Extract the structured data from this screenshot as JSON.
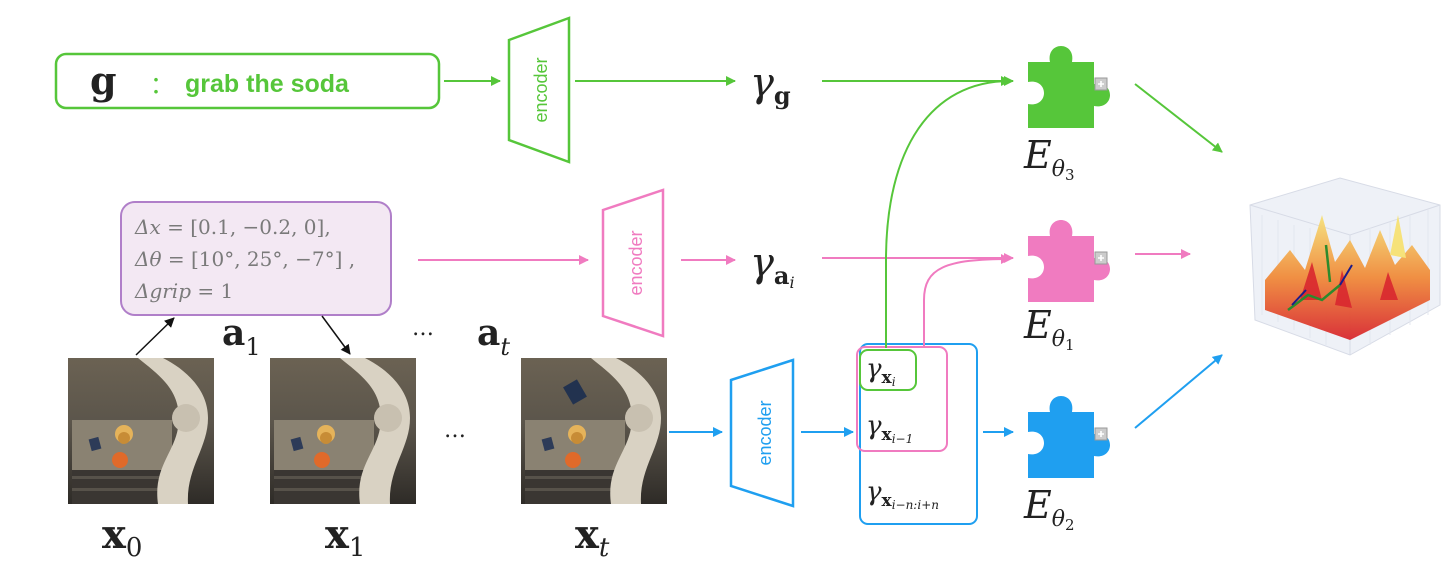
{
  "colors": {
    "green": "#56c63a",
    "pink": "#f07bc0",
    "blue": "#1f9ff0",
    "action_fill": "#f3e8f3",
    "action_stroke": "#b07fc9",
    "action_text": "#7a7a7a"
  },
  "goal": {
    "symbol": "g",
    "separator": "：",
    "text": "grab the soda"
  },
  "encoders": {
    "label": "encoder"
  },
  "embeddings": {
    "goal_base": "γ",
    "goal_sub": "g",
    "action_base": "γ",
    "action_sub": "a",
    "action_subsub": "i"
  },
  "action_box": {
    "line1_prefix": "Δx = ",
    "line1_value": "[0.1, −0.2, 0],",
    "line2_prefix": "Δθ = ",
    "line2_value": "[10°, 25°, −7°] ,",
    "line3_prefix": "Δgrip = ",
    "line3_value": "1"
  },
  "actions": {
    "a1_base": "a",
    "a1_sub": "1",
    "at_base": "a",
    "at_sub": "t",
    "ellipsis": "…"
  },
  "frames": {
    "labels": [
      {
        "base": "x",
        "sub": "0"
      },
      {
        "base": "x",
        "sub": "1"
      },
      {
        "base": "x",
        "sub": "t"
      }
    ],
    "ellipsis": "…"
  },
  "window": {
    "items": [
      {
        "base": "γ",
        "sub": "x",
        "subsub": "i"
      },
      {
        "base": "γ",
        "sub": "x",
        "subsub": "i−1"
      },
      {
        "base": "γ",
        "sub": "x",
        "subsub": "i−n:i+n"
      }
    ]
  },
  "energies": [
    {
      "base": "E",
      "sub": "θ",
      "subsub": "3"
    },
    {
      "base": "E",
      "sub": "θ",
      "subsub": "1"
    },
    {
      "base": "E",
      "sub": "θ",
      "subsub": "2"
    }
  ],
  "icons": [
    "puzzle-piece-icon",
    "energy-landscape-plot-icon",
    "robot-arm-frame-icon"
  ]
}
